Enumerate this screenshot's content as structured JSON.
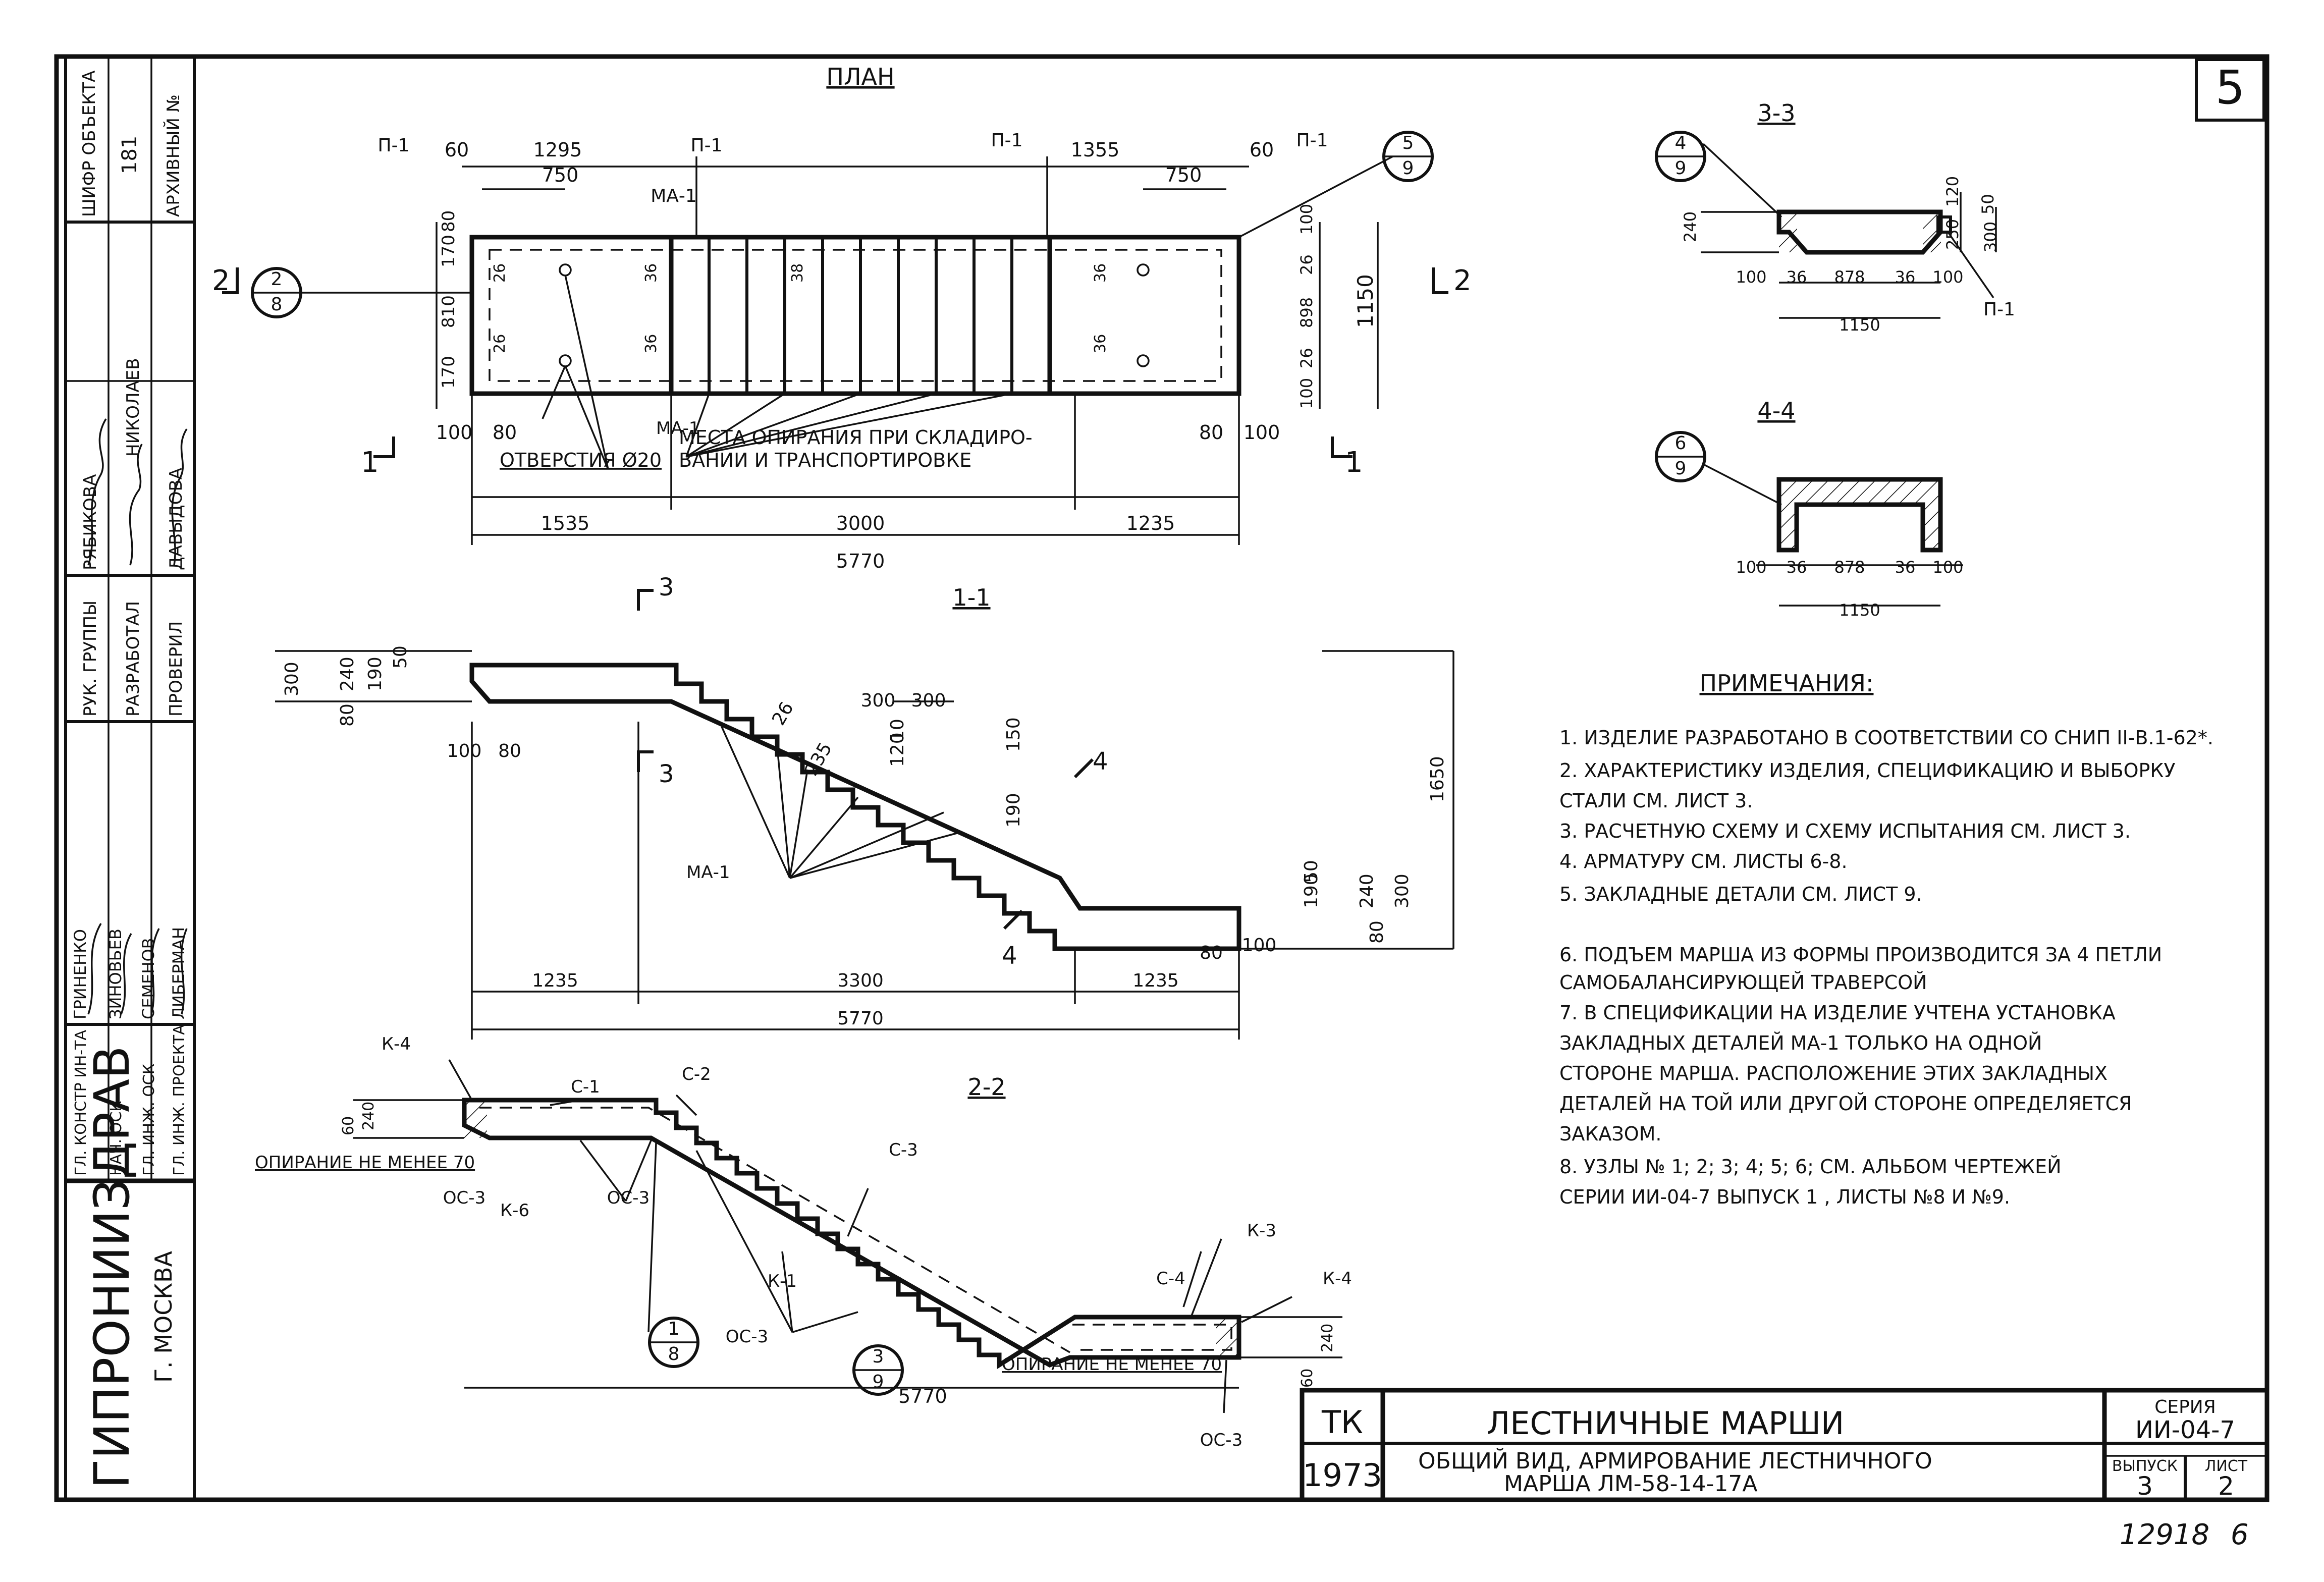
{
  "sheet": {
    "number": "5",
    "archive_stamp": "12918",
    "archive_page": "6"
  },
  "sidebar": {
    "cipher_label": "ШИФР ОБЪЕКТА",
    "cipher_value": "181",
    "archive_label": "АРХИВНЫЙ №",
    "names_top": [
      "РЯБИКОВА",
      "НИКОЛАЕВ",
      "ДАВЫДОВА"
    ],
    "roles_top": [
      "РУК. ГРУППЫ",
      "РАЗРАБОТАЛ",
      "ПРОВЕРИЛ"
    ],
    "names_bottom": [
      "ГРИНЕНКО",
      "ЗИНОВЬЕВ",
      "СЕМЕНОВ",
      "ЛИБЕРМАН"
    ],
    "roles_bottom": [
      "ГЛ. КОНСТР ИН-ТА",
      "НАЧ. ОСК",
      "ГЛ. ИНЖ. ОСК",
      "ГЛ. ИНЖ. ПРОЕКТА"
    ],
    "institute": "ГИПРОНИИЗДРАВ",
    "city": "Г. МОСКВА"
  },
  "plan": {
    "title": "ПЛАН",
    "dims_top": [
      "60",
      "1295",
      "750",
      "1355",
      "750",
      "60"
    ],
    "marks_top": [
      "П-1",
      "П-1",
      "П-1",
      "П-1",
      "МА-1"
    ],
    "dims_left": [
      "80",
      "170",
      "810",
      "170"
    ],
    "dims_right": [
      "100",
      "26",
      "898",
      "26",
      "100",
      "1150"
    ],
    "dims_bottom": [
      "100",
      "80",
      "80",
      "100",
      "1535",
      "3000",
      "1235",
      "5770"
    ],
    "small_dims": [
      "36",
      "36",
      "36",
      "36",
      "38",
      "26",
      "26"
    ],
    "hole_note": "ОТВЕРСТИЯ Ø20",
    "support_note_1": "МЕСТА ОПИРАНИЯ ПРИ СКЛАДИРО-",
    "support_note_2": "ВАНИИ И ТРАНСПОРТИРОВКЕ",
    "ma_mark": "МА-1",
    "section_marks": [
      "2",
      "2",
      "1",
      "1"
    ],
    "callout_a_top": "2",
    "callout_a_bottom": "8",
    "callout_b_top": "5",
    "callout_b_bottom": "9"
  },
  "section11": {
    "title": "1-1",
    "dims_left": [
      "300",
      "240",
      "190",
      "50",
      "80",
      "100",
      "80"
    ],
    "dims_mid": [
      "300",
      "300",
      "10",
      "120",
      "150",
      "190",
      "26",
      "235"
    ],
    "dims_right": [
      "1650",
      "50",
      "190",
      "240",
      "300",
      "80",
      "80",
      "100"
    ],
    "dims_bottom": [
      "1235",
      "3300",
      "1235",
      "5770"
    ],
    "ma_mark": "МА-1",
    "section_marks": [
      "3",
      "3",
      "4",
      "4"
    ]
  },
  "section22": {
    "title": "2-2",
    "labels": [
      "К-4",
      "С-1",
      "С-2",
      "С-3",
      "К-6",
      "ОС-3",
      "ОС-3",
      "К-1",
      "ОС-3",
      "С-4",
      "К-3",
      "К-4",
      "ОС-3",
      "ОС-3"
    ],
    "note_left": "ОПИРАНИЕ НЕ МЕНЕЕ 70",
    "note_right": "ОПИРАНИЕ НЕ МЕНЕЕ 70",
    "dims_left": [
      "60",
      "240"
    ],
    "dims_right": [
      "240",
      "60"
    ],
    "dim_bottom": "5770",
    "callout_a_top": "1",
    "callout_a_bottom": "8",
    "callout_b_top": "3",
    "callout_b_bottom": "9"
  },
  "section33": {
    "title": "3-3",
    "dims": [
      "240",
      "120",
      "50",
      "250",
      "300",
      "100",
      "36",
      "878",
      "36",
      "100",
      "1150"
    ],
    "mark": "П-1",
    "callout_top": "4",
    "callout_bottom": "9"
  },
  "section44": {
    "title": "4-4",
    "dims": [
      "100",
      "36",
      "878",
      "36",
      "100",
      "1150"
    ],
    "callout_top": "6",
    "callout_bottom": "9"
  },
  "notes": {
    "title": "ПРИМЕЧАНИЯ:",
    "lines": [
      "1. ИЗДЕЛИЕ РАЗРАБОТАНО В СООТВЕТСТВИИ СО СНИП II-В.1-62*.",
      "2. ХАРАКТЕРИСТИКУ ИЗДЕЛИЯ, СПЕЦИФИКАЦИЮ И ВЫБОРКУ",
      "    СТАЛИ  СМ. ЛИСТ 3.",
      "3. РАСЧЕТНУЮ СХЕМУ И СХЕМУ ИСПЫТАНИЯ  СМ. ЛИСТ 3.",
      "4. АРМАТУРУ  СМ. ЛИСТЫ  6-8.",
      "5. ЗАКЛАДНЫЕ  ДЕТАЛИ  СМ. ЛИСТ 9.",
      "",
      "6. ПОДЪЕМ МАРША ИЗ ФОРМЫ ПРОИЗВОДИТСЯ ЗА 4 ПЕТЛИ",
      "    САМОБАЛАНСИРУЮЩЕЙ ТРАВЕРСОЙ",
      "7. В СПЕЦИФИКАЦИИ НА ИЗДЕЛИЕ УЧТЕНА УСТАНОВКА",
      "    ЗАКЛАДНЫХ ДЕТАЛЕЙ МА-1 ТОЛЬКО НА ОДНОЙ",
      "    СТОРОНЕ МАРША. РАСПОЛОЖЕНИЕ ЭТИХ ЗАКЛАДНЫХ",
      "    ДЕТАЛЕЙ НА ТОЙ ИЛИ ДРУГОЙ СТОРОНЕ ОПРЕДЕЛЯЕТСЯ",
      "    ЗАКАЗОМ.",
      "8. УЗЛЫ № 1; 2; 3; 4; 5; 6;  СМ. АЛЬБОМ ЧЕРТЕЖЕЙ",
      "    СЕРИИ  ИИ-04-7  ВЫПУСК 1 , ЛИСТЫ №8 И №9."
    ]
  },
  "titleblock": {
    "tk": "ТК",
    "year": "1973",
    "title": "ЛЕСТНИЧНЫЕ   МАРШИ",
    "subtitle_1": "ОБЩИЙ ВИД, АРМИРОВАНИЕ ЛЕСТНИЧНОГО",
    "subtitle_2": "МАРША   ЛМ-58-14-17А",
    "series_label": "СЕРИЯ",
    "series_value": "ИИ-04-7",
    "issue_label": "ВЫПУСК",
    "issue_value": "3",
    "sheet_label": "ЛИСТ",
    "sheet_value": "2"
  }
}
